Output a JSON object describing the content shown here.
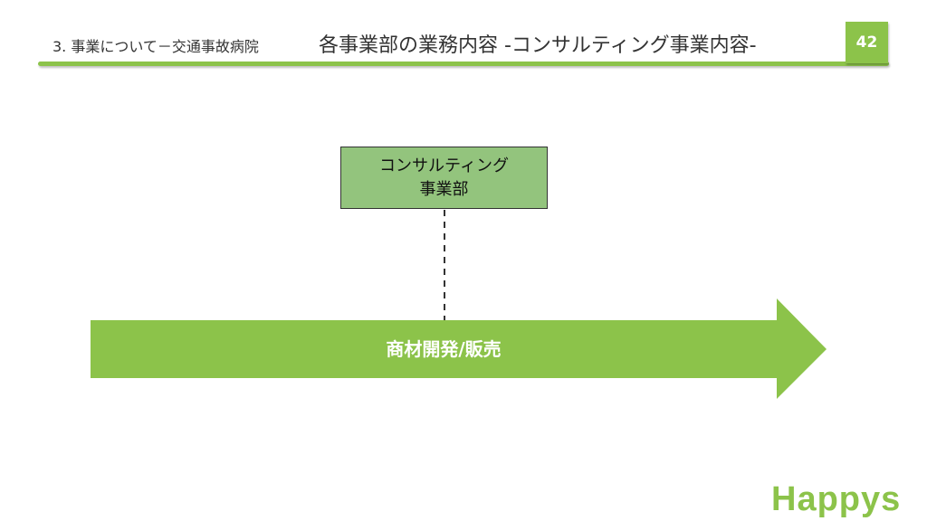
{
  "header": {
    "subtitle": "3. 事業について－交通事故病院",
    "title": "各事業部の業務内容 -コンサルティング事業内容-",
    "page_number": "42"
  },
  "diagram": {
    "department_box": {
      "line1": "コンサルティング",
      "line2": "事業部"
    },
    "arrow_label": "商材開発/販売"
  },
  "logo": {
    "text": "Happys"
  },
  "colors": {
    "accent_green": "#8cc34a",
    "box_green": "#93c47d",
    "text_dark": "#333333"
  }
}
